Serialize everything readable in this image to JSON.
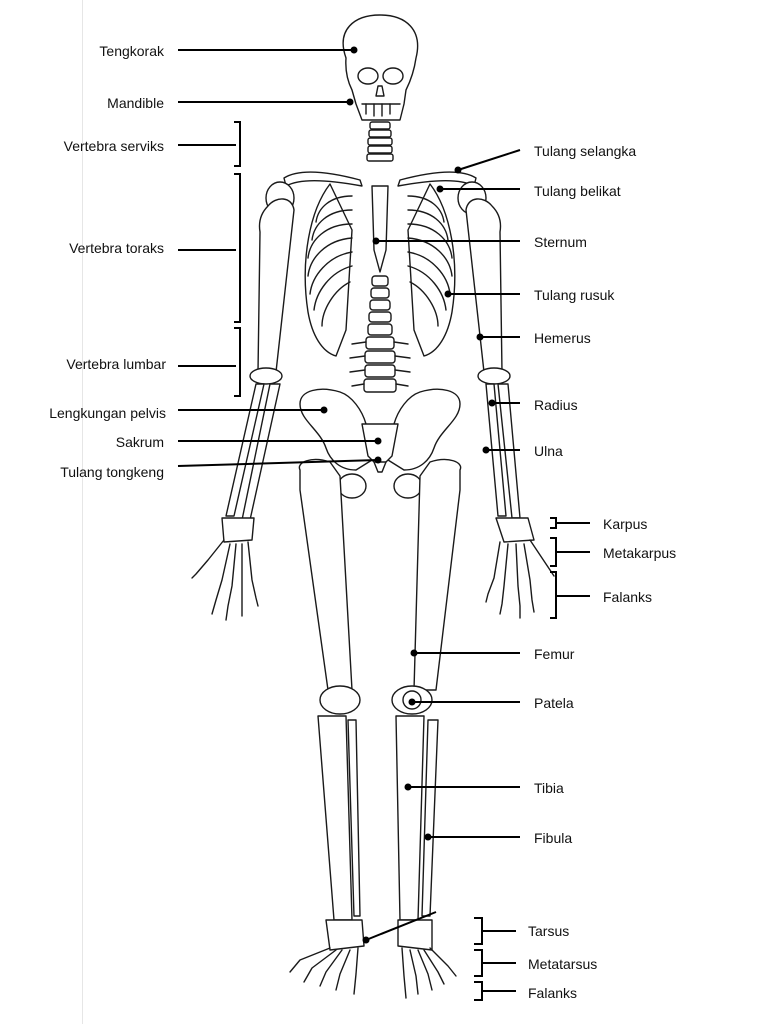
{
  "diagram": {
    "labels_left": {
      "skull": "Tengkorak",
      "mandible": "Mandible",
      "cervical": "Vertebra serviks",
      "thoracic": "Vertebra toraks",
      "lumbar": "Vertebra lumbar",
      "pelvis": "Lengkungan pelvis",
      "sacrum": "Sakrum",
      "coccyx": "Tulang tongkeng"
    },
    "labels_right": {
      "clavicle": "Tulang selangka",
      "scapula": "Tulang belikat",
      "sternum": "Sternum",
      "ribs": "Tulang rusuk",
      "humerus": "Hemerus",
      "radius": "Radius",
      "ulna": "Ulna",
      "carpus": "Karpus",
      "metacarpus": "Metakarpus",
      "hand_phalanges": "Falanks",
      "femur": "Femur",
      "patella": "Patela",
      "tibia": "Tibia",
      "fibula": "Fibula",
      "tarsus": "Tarsus",
      "metatarsus": "Metatarsus",
      "foot_phalanges": "Falanks"
    },
    "colors": {
      "line": "#000000",
      "bone_fill": "#ffffff",
      "bone_stroke": "#1a1a1a"
    }
  }
}
